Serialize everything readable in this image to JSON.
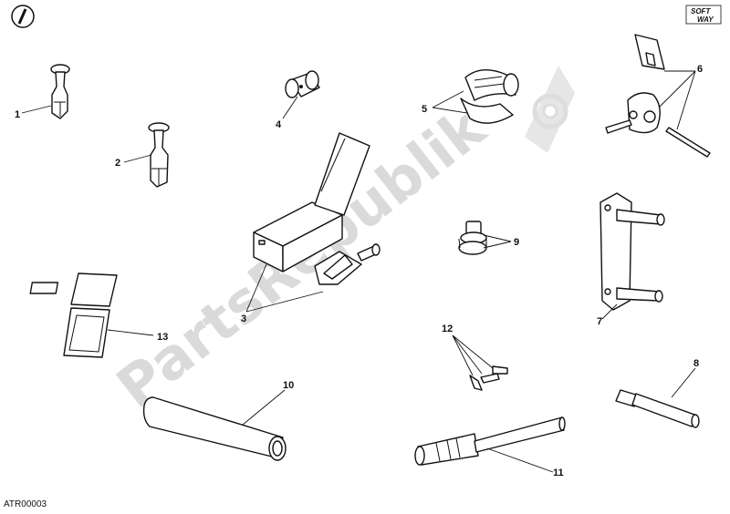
{
  "diagram": {
    "watermark": "PartsRepublik",
    "footer_code": "ATR00003",
    "brand_mark": {
      "top": "SOFT",
      "bottom": "WAY"
    },
    "callouts": [
      "1",
      "2",
      "3",
      "4",
      "5",
      "6",
      "7",
      "8",
      "9",
      "10",
      "11",
      "12",
      "13"
    ]
  }
}
